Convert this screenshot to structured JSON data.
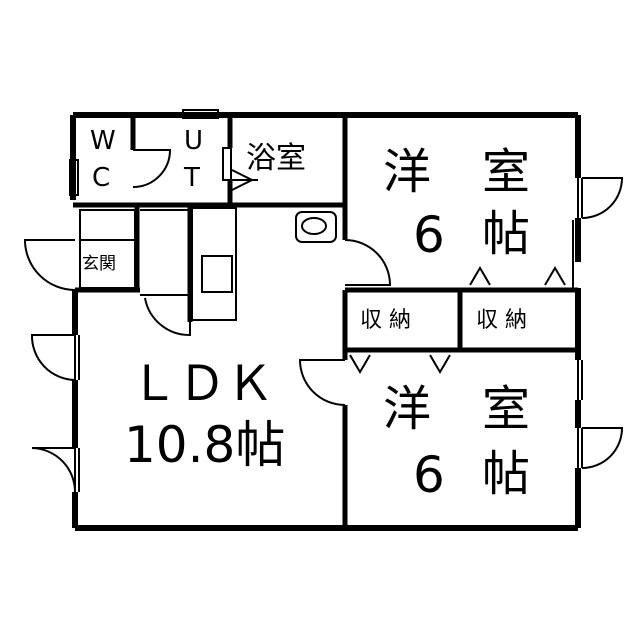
{
  "floor_plan": {
    "colors": {
      "wall": "#000000",
      "background": "#ffffff"
    },
    "rooms": {
      "wc": {
        "line1": "W",
        "line2": "C"
      },
      "ut": {
        "line1": "U",
        "line2": "T"
      },
      "bath": {
        "name": "浴室"
      },
      "entrance": {
        "name": "玄関"
      },
      "ldk": {
        "name": "ＬＤＫ",
        "size": "10.8帖"
      },
      "western_upper": {
        "name1": "洋",
        "name2": "室",
        "size_num": "6",
        "size_unit": "帖"
      },
      "western_lower": {
        "name1": "洋",
        "name2": "室",
        "size_num": "6",
        "size_unit": "帖"
      },
      "storage_left": {
        "name": "収 納"
      },
      "storage_right": {
        "name": "収 納"
      }
    }
  }
}
